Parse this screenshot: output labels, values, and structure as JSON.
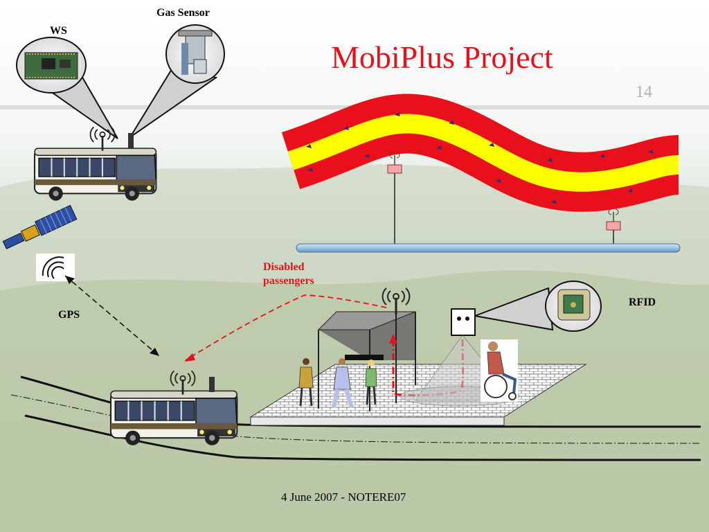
{
  "slide": {
    "title": "MobiPlus Project",
    "slide_number": "14",
    "footer": "4 June 2007 - NOTERE07"
  },
  "labels": {
    "ws": "WS",
    "gas_sensor": "Gas Sensor",
    "gps": "GPS",
    "disabled_passengers_line1": "Disabled",
    "disabled_passengers_line2": "passengers",
    "rfid": "RFID"
  },
  "colors": {
    "title": "#e8101a",
    "road_red": "#e8101a",
    "road_yellow": "#ffff00",
    "backbone": "#9ec3e6",
    "dashed_arrow_red": "#e8101a"
  }
}
